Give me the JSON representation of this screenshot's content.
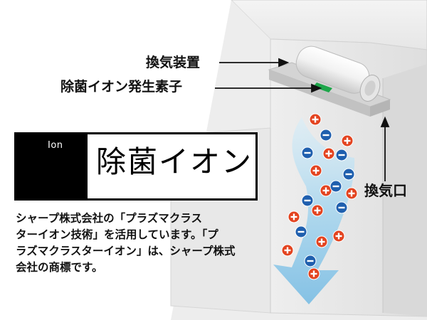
{
  "labels": {
    "ventilation_device": "換気装置",
    "ion_generator": "除菌イオン発生素子",
    "ventilation_port": "換気口"
  },
  "logo": {
    "small_text": "Ion",
    "main_text": "除菌イオン",
    "brand_color": "#c3002f"
  },
  "caption": {
    "lines": [
      "シャープ株式会社の「プラズマクラス",
      "ターイオン技術」を活用しています。「プ",
      "ラズマクラスターイオン」は、シャープ株式",
      "会社の商標です。"
    ]
  },
  "colors": {
    "positive_ion": "#e3431f",
    "negative_ion": "#1f5fae",
    "airflow": "#a9d6ee",
    "generator_element": "#1ea64a"
  },
  "icons": {
    "positive_ion": "plus-ion-icon",
    "negative_ion": "minus-ion-icon",
    "brand_mark": "grape-cluster-icon"
  }
}
